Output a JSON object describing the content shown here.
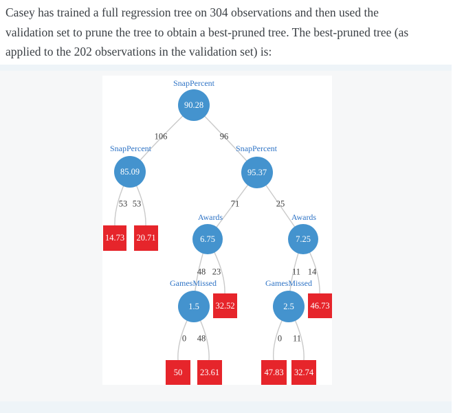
{
  "question": {
    "lines": [
      "Casey has trained a full regression tree on 304 observations and then used the",
      "validation set to prune the tree to obtain a best-pruned tree. The best-pruned tree (as",
      "applied to the 202 observations in the validation set) is:"
    ]
  },
  "colors": {
    "decision_node_fill": "#4493ce",
    "leaf_node_fill": "#e6252b",
    "node_label_text": "#2e73c5",
    "node_value_text": "#ffffff",
    "edge_line": "#c9c9c9",
    "edge_label_text": "#3c3c3c",
    "panel_background": "#ffffff",
    "content_background": "#f6f7f8",
    "band_background": "#eef4f8"
  },
  "tree": {
    "nodes": {
      "root": {
        "variable": "SnapPercent",
        "value": "90.28"
      },
      "snap_left": {
        "variable": "SnapPercent",
        "value": "85.09"
      },
      "snap_right": {
        "variable": "SnapPercent",
        "value": "95.37"
      },
      "awards_left": {
        "variable": "Awards",
        "value": "6.75"
      },
      "awards_right": {
        "variable": "Awards",
        "value": "7.25"
      },
      "games_left": {
        "variable": "GamesMissed",
        "value": "1.5"
      },
      "games_right": {
        "variable": "GamesMissed",
        "value": "2.5"
      }
    },
    "leaves": {
      "leaf1": {
        "value": "14.73"
      },
      "leaf2": {
        "value": "20.71"
      },
      "leaf3": {
        "value": "32.52"
      },
      "leaf4": {
        "value": "46.73"
      },
      "leaf5": {
        "value": "50"
      },
      "leaf6": {
        "value": "23.61"
      },
      "leaf7": {
        "value": "47.83"
      },
      "leaf8": {
        "value": "32.74"
      }
    },
    "edge_labels": {
      "root_left": "106",
      "root_right": "96",
      "snap_left_a": "53",
      "snap_left_b": "53",
      "snap_right_a": "71",
      "snap_right_b": "25",
      "awards_left_a": "48",
      "awards_left_b": "23",
      "awards_right_a": "11",
      "awards_right_b": "14",
      "games_left_a": "0",
      "games_left_b": "48",
      "games_right_a": "0",
      "games_right_b": "11"
    }
  }
}
